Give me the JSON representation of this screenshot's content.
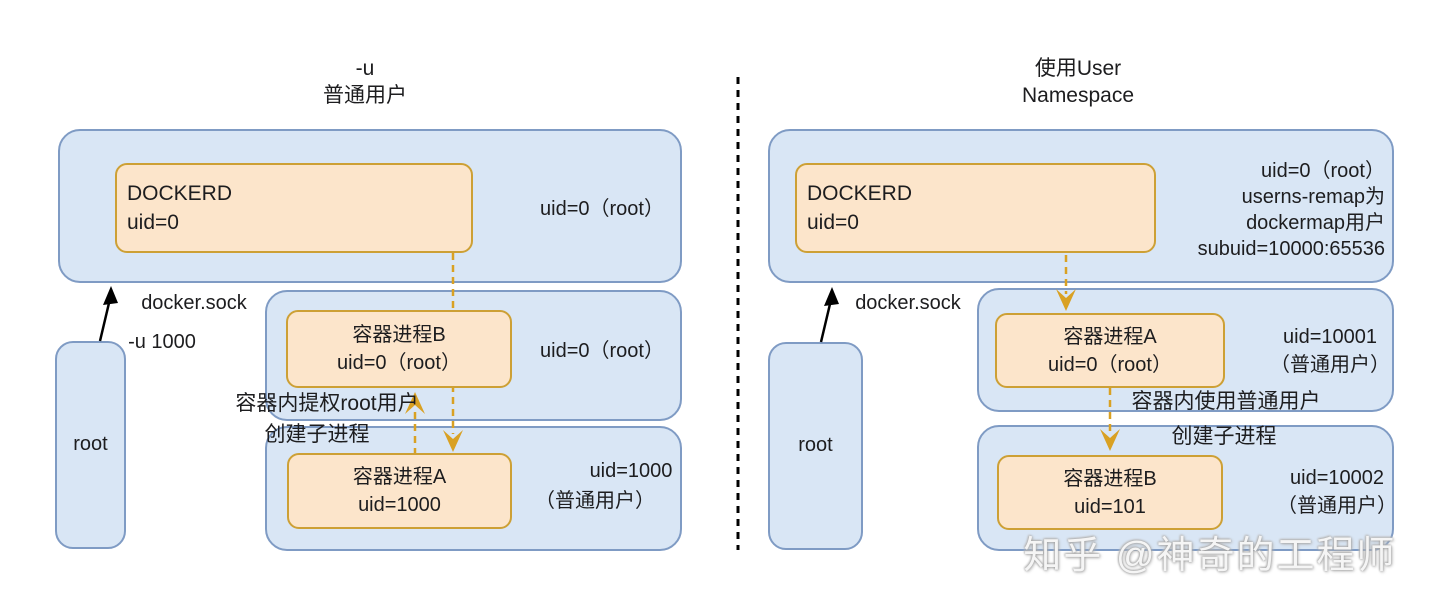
{
  "left": {
    "title": [
      "-u",
      "普通用户"
    ],
    "daemon": {
      "name": "DOCKERD",
      "uid": "uid=0"
    },
    "daemon_annotation": "uid=0（root）",
    "client_label": "root",
    "socket_label": "docker.sock",
    "flag_label": "-u 1000",
    "container_b": {
      "name": "容器进程B",
      "uid": "uid=0（root）"
    },
    "container_b_annotation": "uid=0（root）",
    "note": [
      "容器内提权root用户",
      "创建子进程"
    ],
    "container_a": {
      "name": "容器进程A",
      "uid": "uid=1000"
    },
    "container_a_annotation": [
      "uid=1000",
      "（普通用户）"
    ]
  },
  "right": {
    "title": [
      "使用User",
      "Namespace"
    ],
    "daemon": {
      "name": "DOCKERD",
      "uid": "uid=0"
    },
    "daemon_annotation": [
      "uid=0（root）",
      "userns-remap为",
      "dockermap用户",
      "subuid=10000:65536"
    ],
    "client_label": "root",
    "socket_label": "docker.sock",
    "container_a": {
      "name": "容器进程A",
      "uid": "uid=0（root）"
    },
    "container_a_annotation": [
      "uid=10001",
      "（普通用户）"
    ],
    "note": [
      "容器内使用普通用户",
      "创建子进程"
    ],
    "container_b": {
      "name": "容器进程B",
      "uid": "uid=101"
    },
    "container_b_annotation": [
      "uid=10002",
      "（普通用户）"
    ]
  },
  "watermark": {
    "text": "知乎 @神奇的工程师"
  },
  "colors": {
    "box_blue_fill": "#d9e6f5",
    "box_blue_border": "#7f9bc4",
    "box_orange_fill": "#fce5cb",
    "box_orange_border": "#cda035",
    "arrow_orange": "#d9a123",
    "arrow_black": "#000000",
    "divider": "#000000",
    "ink": "#1d1d1f",
    "watermark": "#f5f5f5"
  }
}
